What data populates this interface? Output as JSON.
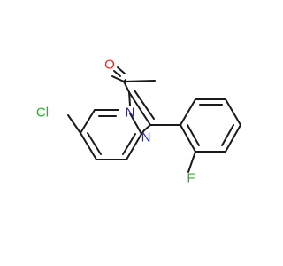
{
  "molecule": {
    "atoms": {
      "cl": {
        "symbol": "Cl",
        "color": "#33aa33"
      },
      "n_bridge": {
        "symbol": "N",
        "color": "#2626d9"
      },
      "n_ring": {
        "symbol": "N",
        "color": "#2626d9"
      },
      "o": {
        "symbol": "O",
        "color": "#ee2222"
      },
      "f": {
        "symbol": "F",
        "color": "#33aa33"
      }
    },
    "bond_color": "#1a1a1a"
  }
}
